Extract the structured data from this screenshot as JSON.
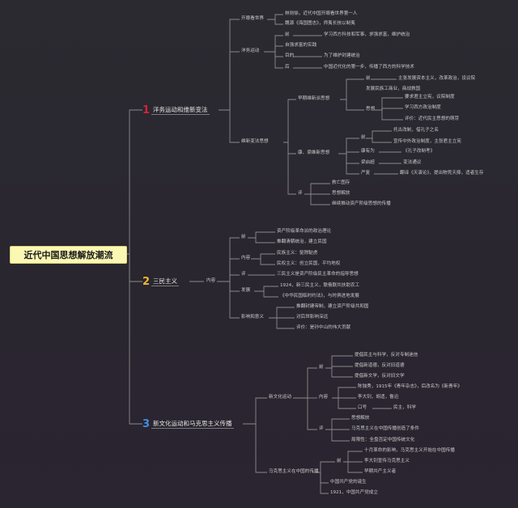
{
  "root": "近代中国思想解放潮流",
  "colors": {
    "num1": "#d82233",
    "num2": "#f2b632",
    "num3": "#3d8fe3",
    "line": "#8a8a8a"
  },
  "b1": {
    "num": "1",
    "label": "洋务运动和维新变法"
  },
  "b2": {
    "num": "2",
    "label": "三民主义"
  },
  "b3": {
    "num": "3",
    "label": "新文化运动和马克思主义传播"
  },
  "s1": {
    "label": "开眼看世界",
    "n1": "林则徐，近代中国开眼看世界第一人",
    "n2": "魏源《海国图志》，师夷长技以制夷"
  },
  "s2": {
    "label": "洋务运动",
    "n1": "前",
    "n1a": "学习西方科技和军事，求强求富，维护统治",
    "n2": "自强求富的实践",
    "n3": "目的",
    "n3a": "为了维护封建统治",
    "n4": "后",
    "n4a": "中国近代化的第一步，传播了西方的科学技术"
  },
  "s3": {
    "label": "维新变法思想",
    "a": "早期维新派思想",
    "a1": "前",
    "a1a": "主张发展资本主义，改革政治，设议院",
    "a2": "发展民族工商业，商战救国",
    "a3": "思想",
    "a4": "要求君主立宪，议院制度",
    "a5": "学习西方政治制度",
    "a6": "评价：近代民主思想的萌芽",
    "b": "康、梁维新思想",
    "b1": "前",
    "b1a": "托古改制，借孔子之名",
    "b1b": "宣传中外政治制度，主张君主立宪",
    "b2": "康有为",
    "b2a": "《孔子改制考》",
    "b3": "梁启超",
    "b3a": "变法通议",
    "b4": "严复",
    "b4a": "翻译《天演论》，提出物竞天择，适者生存",
    "c": "评",
    "c1": "救亡图存",
    "c2": "思想解放",
    "c3": "继续推动资产阶级思想的传播"
  },
  "s4": {
    "mid": "内容",
    "a": "前",
    "a1": "资产阶级革命派的政治理论",
    "a2": "推翻清朝统治，建立民国",
    "b": "内容",
    "b1": "民族主义：驱除鞑虏",
    "b2": "民权主义：创立民国，平均地权",
    "c": "评",
    "c1": "三民主义是资产阶级民主革命的指导思想",
    "d": "发展",
    "d1": "1924，新三民主义，联俄联共扶助农工",
    "d2": "《中华民国临时约法》，与时俱进地发展",
    "e": "影响和意义",
    "e1": "推翻封建帝制，建立资产阶级共和国",
    "e2": "对后世影响深远",
    "e3": "评价：是孙中山的伟大贡献"
  },
  "s5": {
    "label": "新文化运动",
    "a": "前",
    "a1": "提倡民主与科学，反对专制迷信",
    "a2": "提倡新道德，反对旧道德",
    "a3": "提倡新文学，反对旧文学",
    "b": "内容",
    "b1": "陈独秀，1915年《青年杂志》，后改名为《新青年》",
    "b2": "李大钊，胡适，鲁迅",
    "b3": "口号",
    "b3a": "民主，科学",
    "c": "评",
    "c1": "思想解放",
    "c2": "马克思主义在中国传播创造了条件",
    "c3": "局限性：全盘否定中国传统文化"
  },
  "s6": {
    "label": "马克思主义在中国的传播",
    "a": "前",
    "a1": "十月革命的影响，马克思主义开始在中国传播",
    "a2": "李大钊宣传马克思主义",
    "a3": "早期共产主义者",
    "b": "中国共产党的诞生",
    "c": "1921，中国共产党成立"
  }
}
